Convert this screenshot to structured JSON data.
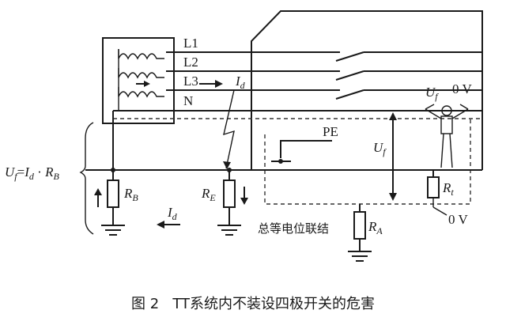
{
  "labels": {
    "l1": "L1",
    "l2": "L2",
    "l3": "L3",
    "n": "N",
    "pe": "PE",
    "id_main": "I",
    "id_main_sub": "d",
    "uf_top": "U",
    "uf_top_sub": "f",
    "zero_v_top": "0 V",
    "uf_mid": "U",
    "uf_mid_sub": "f",
    "formula_u": "U",
    "formula_f": "f",
    "formula_eq": "=",
    "formula_i": "I",
    "formula_d": "d",
    "formula_dot": " · ",
    "formula_r": "R",
    "formula_b": "B",
    "rb": "R",
    "rb_sub": "B",
    "re": "R",
    "re_sub": "E",
    "id_bottom": "I",
    "id_bottom_sub": "d",
    "rt": "R",
    "rt_sub": "t",
    "zero_v_bottom": "0 V",
    "bonding": "总等电位联结",
    "ra": "R",
    "ra_sub": "A"
  },
  "caption": "图 2   TT系统内不装设四极开关的危害"
}
